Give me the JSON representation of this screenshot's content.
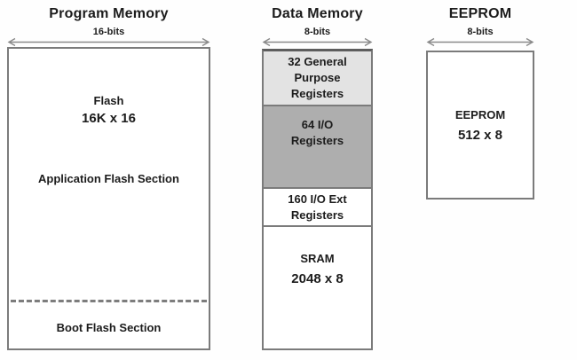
{
  "diagram": {
    "program_memory": {
      "title": "Program Memory",
      "width_label": "16-bits",
      "flash_label": "Flash",
      "flash_size": "16K x 16",
      "app_section_label": "Application Flash Section",
      "boot_section_label": "Boot Flash Section"
    },
    "data_memory": {
      "title": "Data Memory",
      "width_label": "8-bits",
      "sections": [
        {
          "name": "general-purpose-registers",
          "lines": [
            "32 General",
            "Purpose",
            "Registers"
          ],
          "fill": "#e3e3e3"
        },
        {
          "name": "io-registers",
          "lines": [
            "64 I/O",
            "Registers"
          ],
          "fill": "#aeaeae"
        },
        {
          "name": "io-ext-registers",
          "lines": [
            "160 I/O Ext",
            "Registers"
          ],
          "fill": "#ffffff"
        },
        {
          "name": "sram",
          "lines": [
            "SRAM",
            "2048 x 8"
          ],
          "fill": "#ffffff"
        }
      ]
    },
    "eeprom": {
      "title": "EEPROM",
      "width_label": "8-bits",
      "chip_label": "EEPROM",
      "chip_size": "512 x 8"
    },
    "colors": {
      "border_gray": "#7b7b7b",
      "arrow_gray": "#8a8a8a",
      "light_gray_fill": "#e3e3e3",
      "medium_gray_fill": "#aeaeae",
      "text": "#1c1c1c"
    }
  }
}
